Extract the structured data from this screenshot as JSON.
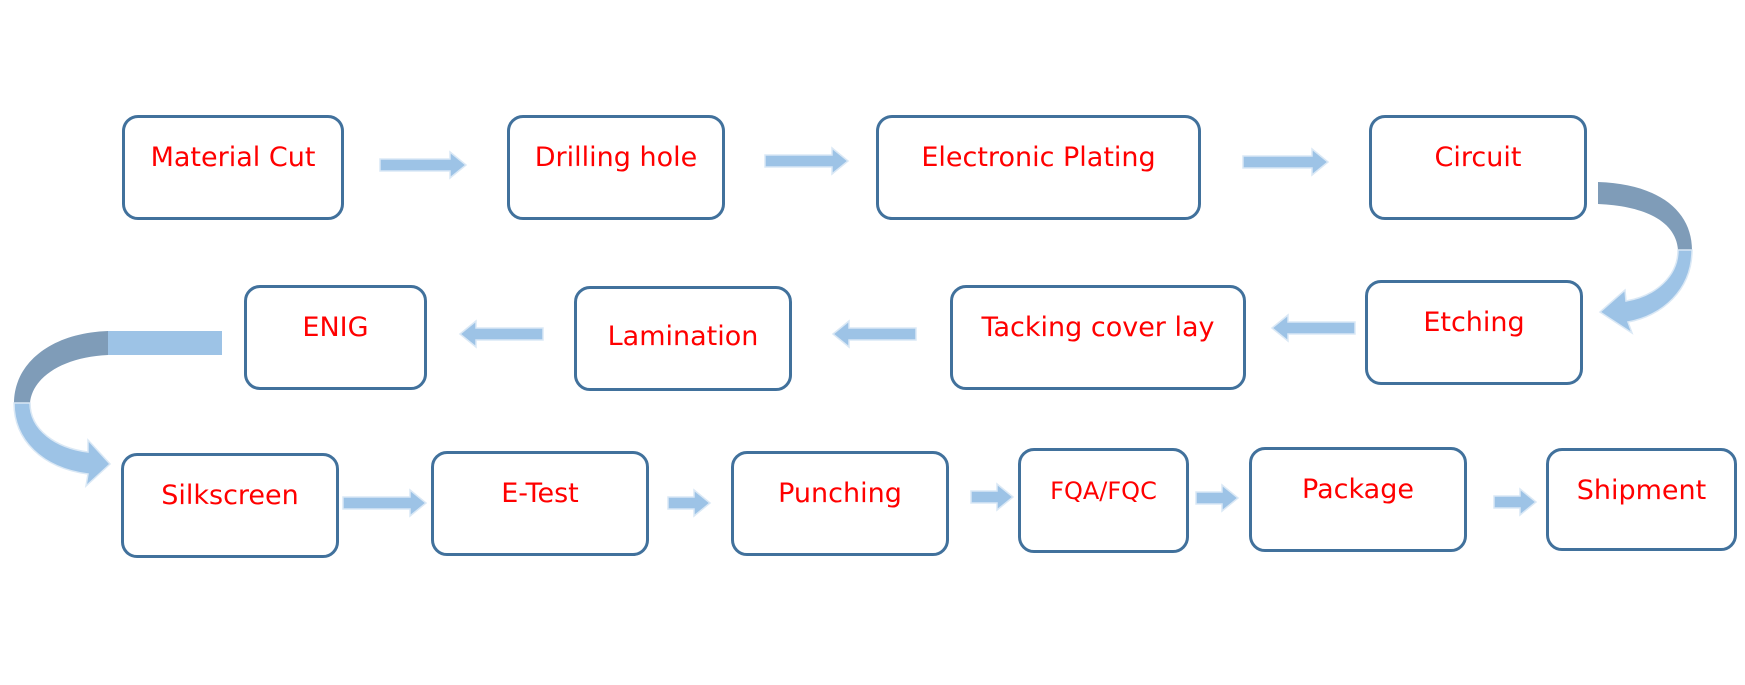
{
  "diagram": {
    "steps": [
      {
        "id": "material-cut",
        "label": "Material Cut"
      },
      {
        "id": "drilling-hole",
        "label": "Drilling hole"
      },
      {
        "id": "electronic-plating",
        "label": "Electronic Plating"
      },
      {
        "id": "circuit",
        "label": "Circuit"
      },
      {
        "id": "etching",
        "label": "Etching"
      },
      {
        "id": "tacking-cover-lay",
        "label": "Tacking cover lay"
      },
      {
        "id": "lamination",
        "label": "Lamination"
      },
      {
        "id": "enig",
        "label": "ENIG"
      },
      {
        "id": "silkscreen",
        "label": "Silkscreen"
      },
      {
        "id": "e-test",
        "label": "E-Test"
      },
      {
        "id": "punching",
        "label": "Punching"
      },
      {
        "id": "fqa-fqc",
        "label": "FQA/FQC"
      },
      {
        "id": "package",
        "label": "Package"
      },
      {
        "id": "shipment",
        "label": "Shipment"
      }
    ],
    "colors": {
      "box_border": "#41719c",
      "label_text": "#ff0000",
      "arrow_fill": "#9dc3e6",
      "arrow_outline": "#dae8f5",
      "curve_shadow": "#7f9cb8"
    }
  }
}
